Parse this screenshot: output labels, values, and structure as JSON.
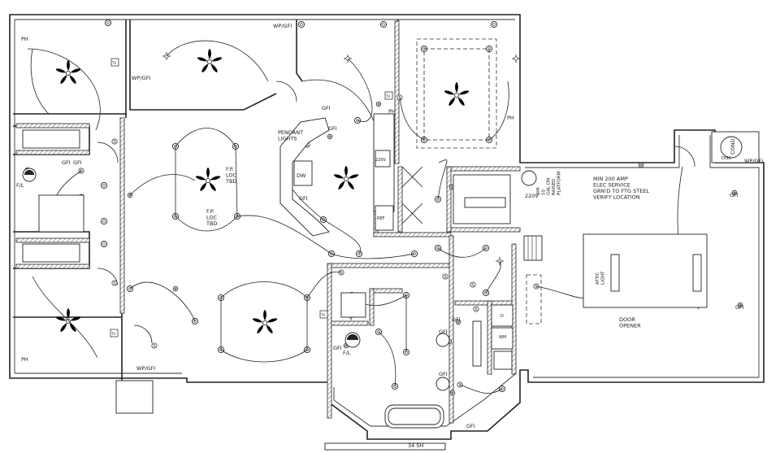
{
  "labels": {
    "ph_top_left": "PH",
    "ph_bottom_left": "PH",
    "ph_right_bedroom": "PH",
    "ph_kitchen": "PH",
    "wp_gfi_top": "WP/GFI",
    "wp_gfi_left_bedroom": "WP/GFI",
    "wp_gfi_bottom": "WP/GFI",
    "wp_gfi_garage": "WP/GFI",
    "gfi_kitchen_1": "GFI",
    "gfi_kitchen_2": "GFI",
    "gfi_kitchen_3": "GFI",
    "gfi_bath_1": "GFI",
    "gfi_bath_2": "GFI",
    "gfi_bath_3": "GFI",
    "gfi_master_1": "GFI",
    "gfi_master_2": "GFI",
    "gfi_master_3": "GFI",
    "gfi_garage_1": "GFI",
    "gfi_garage_2": "GFI",
    "gfi_garage_3": "GFI",
    "pendant_lights": "PENDANT\nLIGHTS",
    "fp_loc_1": "F.P.\nLOC\nTBD",
    "fp_loc_2": "F.P.\nLOC\nTBD",
    "dw": "DW",
    "ref": "REF",
    "v220_a": "220V",
    "v220_b": "220V",
    "wh": "WH\n50\nGAL ON\nRAISED\nPLATFORM",
    "elec_service": "MIN 200 AMP\nELEC SERVICE\nGRN'D TO FTG STEEL\nVERIFY LOCATION",
    "cond": "COND",
    "disc": "DISC",
    "attic_light": "ATTIC\nLIGHT",
    "door_opener": "DOOR\nOPENER",
    "fl_left": "F/L",
    "fl_bath": "F/L",
    "wm": "WM",
    "dryer": "D",
    "sh": "34 SH",
    "tv": "TV"
  }
}
